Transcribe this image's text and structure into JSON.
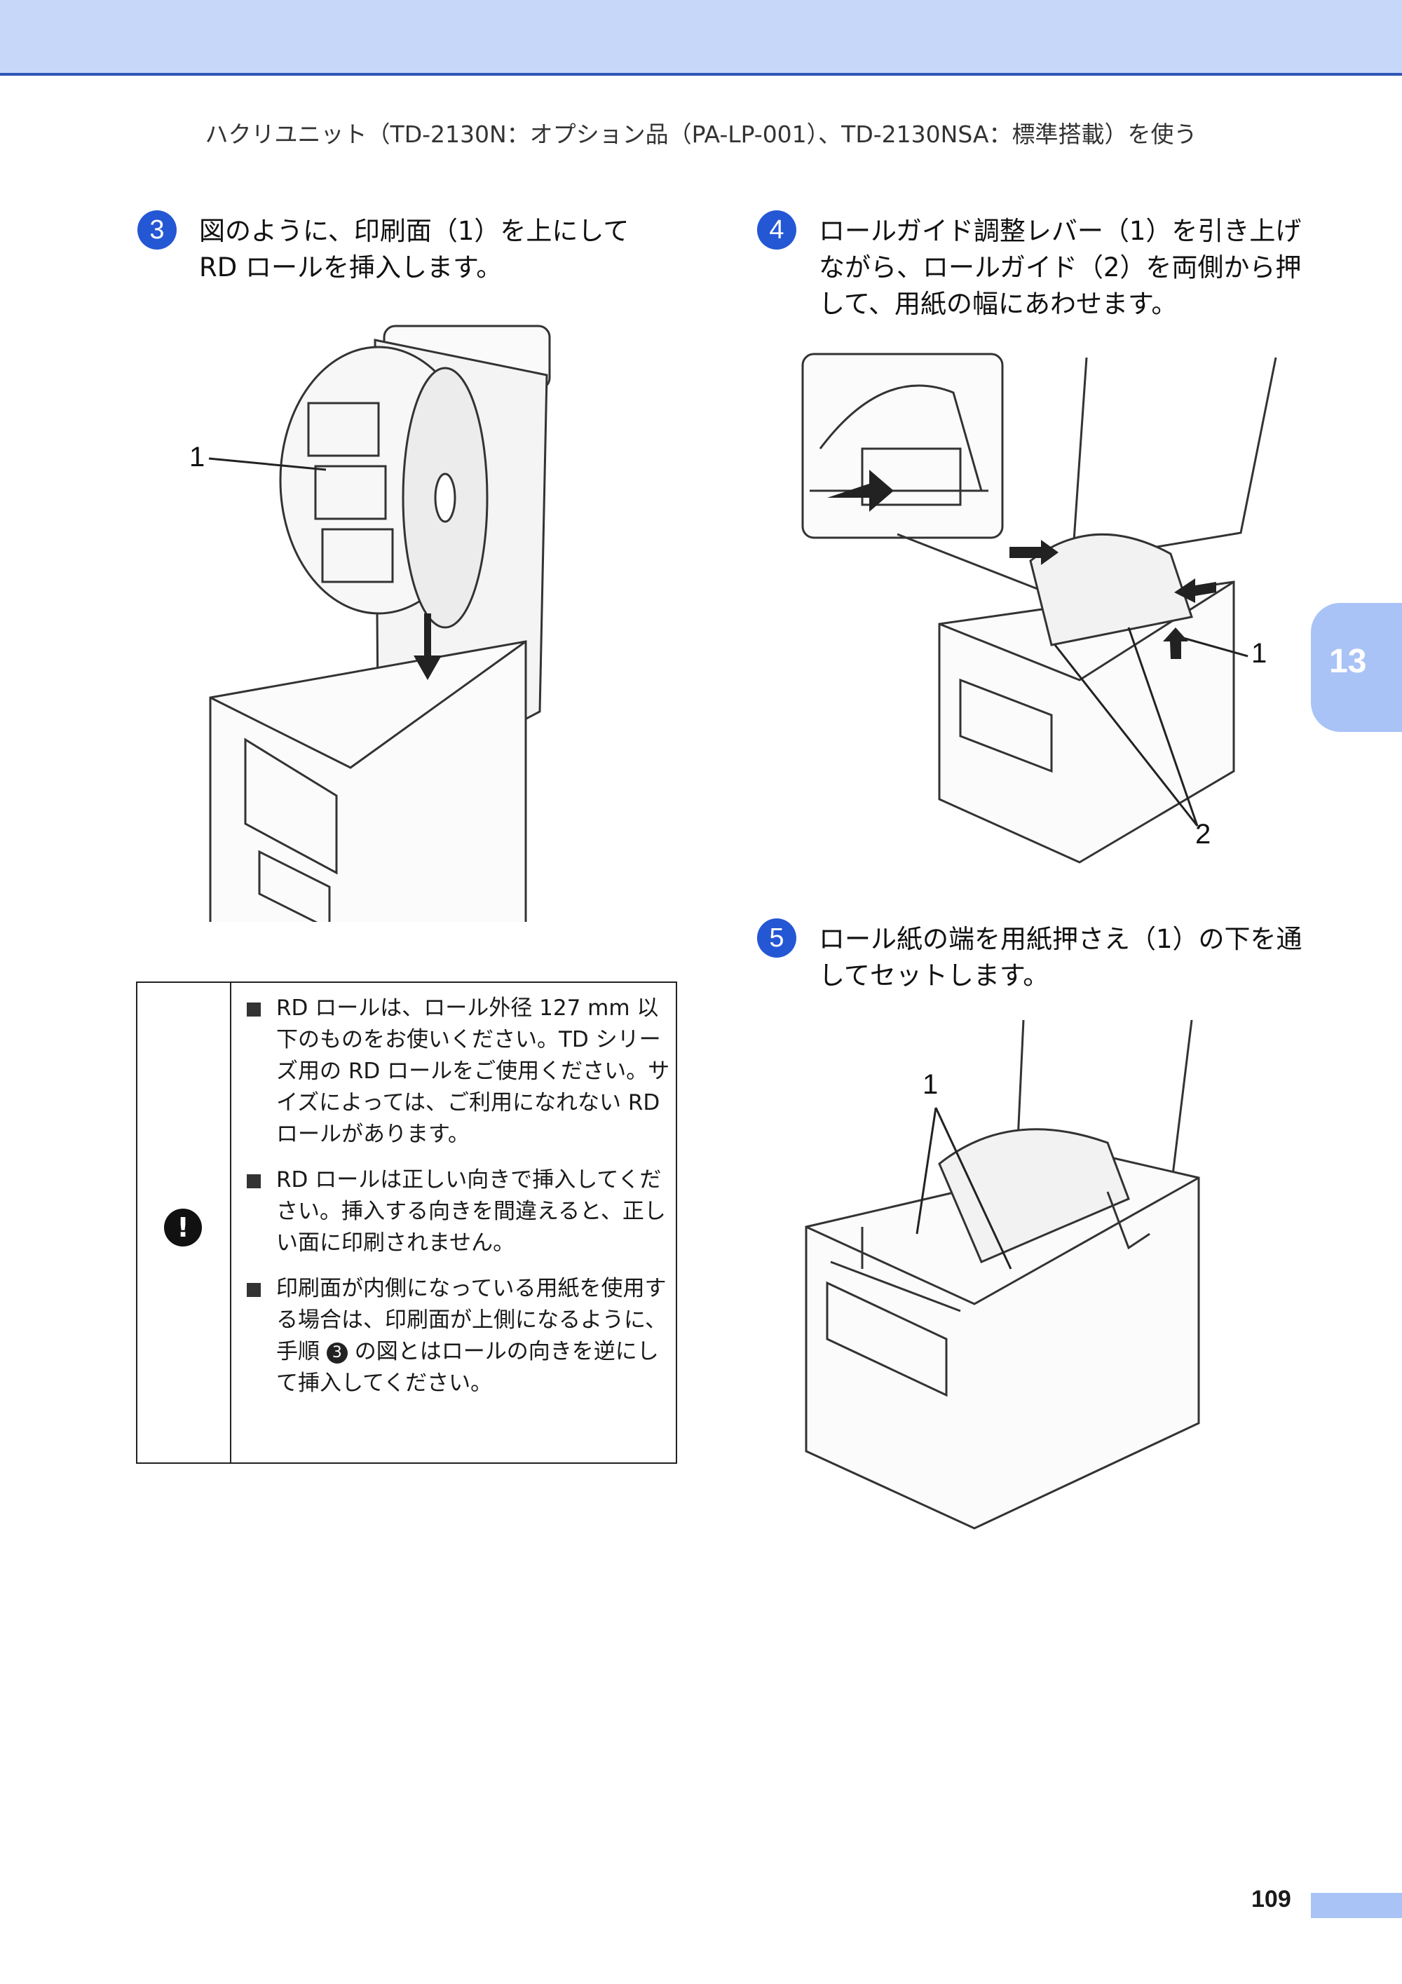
{
  "header": "ハクリユニット（TD-2130N：オプション品（PA-LP-001）、TD-2130NSA：標準搭載）を使う",
  "steps": [
    {
      "num": "3",
      "text": "図のように、印刷面（1）を上にして RD ロールを挿入します。",
      "callouts": [
        "1"
      ]
    },
    {
      "num": "4",
      "text": "ロールガイド調整レバー（1）を引き上げながら、ロールガイド（2）を両側から押して、用紙の幅にあわせます。",
      "callouts": [
        "1",
        "2"
      ]
    },
    {
      "num": "5",
      "text": "ロール紙の端を用紙押さえ（1）の下を通してセットします。",
      "callouts": [
        "1"
      ]
    }
  ],
  "note": {
    "icon": "exclamation-icon",
    "items": [
      "RD ロールは、ロール外径 127 mm 以下のものをお使いください。TD シリーズ用の RD ロールをご使用ください。サイズによっては、ご利用になれない RD ロールがあります。",
      "RD ロールは正しい向きで挿入してください。挿入する向きを間違えると、正しい面に印刷されません。"
    ],
    "item3_before": "印刷面が内側になっている用紙を使用する場合は、印刷面が上側になるように、手順 ",
    "item3_ref": "3",
    "item3_after": " の図とはロールの向きを逆にして挿入してください。"
  },
  "side_tab": "13",
  "page_number": "109",
  "colors": {
    "accent": "#2457d4",
    "band": "#c6d7fa",
    "tab": "#a9c3f7"
  }
}
